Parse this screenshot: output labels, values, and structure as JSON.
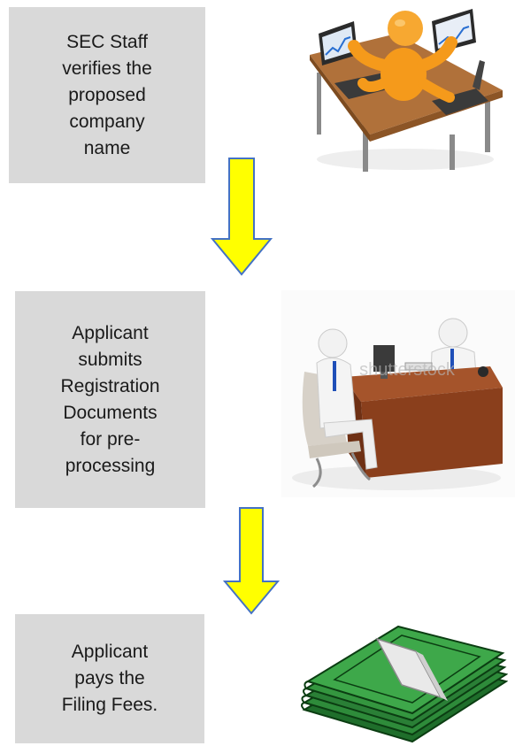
{
  "steps": [
    {
      "lines": [
        "SEC Staff",
        "verifies the",
        "proposed",
        "company",
        "name"
      ]
    },
    {
      "lines": [
        "Applicant",
        "submits",
        "Registration",
        "Documents",
        "for pre-",
        "processing"
      ]
    },
    {
      "lines": [
        "Applicant",
        "pays the",
        "Filing Fees."
      ]
    }
  ],
  "watermark": "shutterstock",
  "colors": {
    "box_fill": "#d9d9d9",
    "arrow_fill": "#ffff00",
    "arrow_stroke": "#4472c4",
    "figure_orange": "#f59a1b",
    "money_green": "#2e8b3a"
  },
  "icons": [
    "person-at-computer-desk-icon",
    "office-meeting-icon",
    "money-stack-icon"
  ]
}
